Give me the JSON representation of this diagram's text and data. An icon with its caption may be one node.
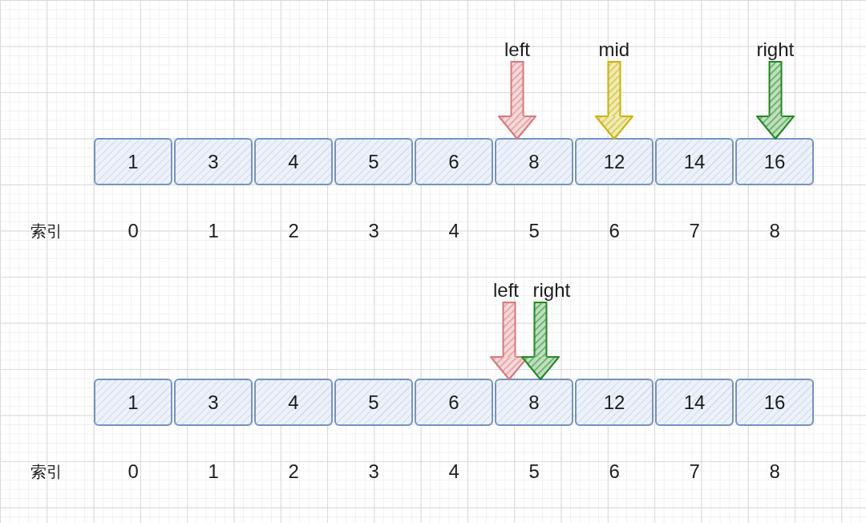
{
  "diagram": {
    "nodes": [
      {
        "text": [
          "left"
        ]
      },
      {
        "text": [
          "mid"
        ]
      },
      {
        "text": [
          "right"
        ]
      },
      {
        "text": [
          "1"
        ]
      },
      {
        "text": [
          "3"
        ]
      },
      {
        "text": [
          "4"
        ]
      },
      {
        "text": [
          "5"
        ]
      },
      {
        "text": [
          "6"
        ]
      },
      {
        "text": [
          "8"
        ]
      },
      {
        "text": [
          "12"
        ]
      },
      {
        "text": [
          "14"
        ]
      },
      {
        "text": [
          "16"
        ]
      },
      {
        "text": [
          "left"
        ]
      },
      {
        "text": [
          "right"
        ]
      },
      {
        "text": [
          "1"
        ]
      },
      {
        "text": [
          "3"
        ]
      },
      {
        "text": [
          "4"
        ]
      },
      {
        "text": [
          "5"
        ]
      },
      {
        "text": [
          "6"
        ]
      },
      {
        "text": [
          "8"
        ]
      },
      {
        "text": [
          "12"
        ]
      },
      {
        "text": [
          "14"
        ]
      },
      {
        "text": [
          "16"
        ]
      }
    ],
    "edges": [
      {
        "from": 0,
        "to": 8,
        "arrow": "to",
        "color": "#d9787a"
      },
      {
        "from": 1,
        "to": 9,
        "arrow": "to",
        "color": "#c9b300"
      },
      {
        "from": 2,
        "to": 11,
        "arrow": "to",
        "color": "#1f8a1f"
      },
      {
        "from": 12,
        "to": 19,
        "arrow": "to",
        "color": "#d9787a"
      },
      {
        "from": 13,
        "to": 19,
        "arrow": "to",
        "color": "#1f8a1f"
      }
    ],
    "labels": [
      "索引",
      "0",
      "1",
      "2",
      "3",
      "4",
      "5",
      "6",
      "7",
      "8",
      "索引",
      "0",
      "1",
      "2",
      "3",
      "4",
      "5",
      "6",
      "7",
      "8"
    ]
  }
}
